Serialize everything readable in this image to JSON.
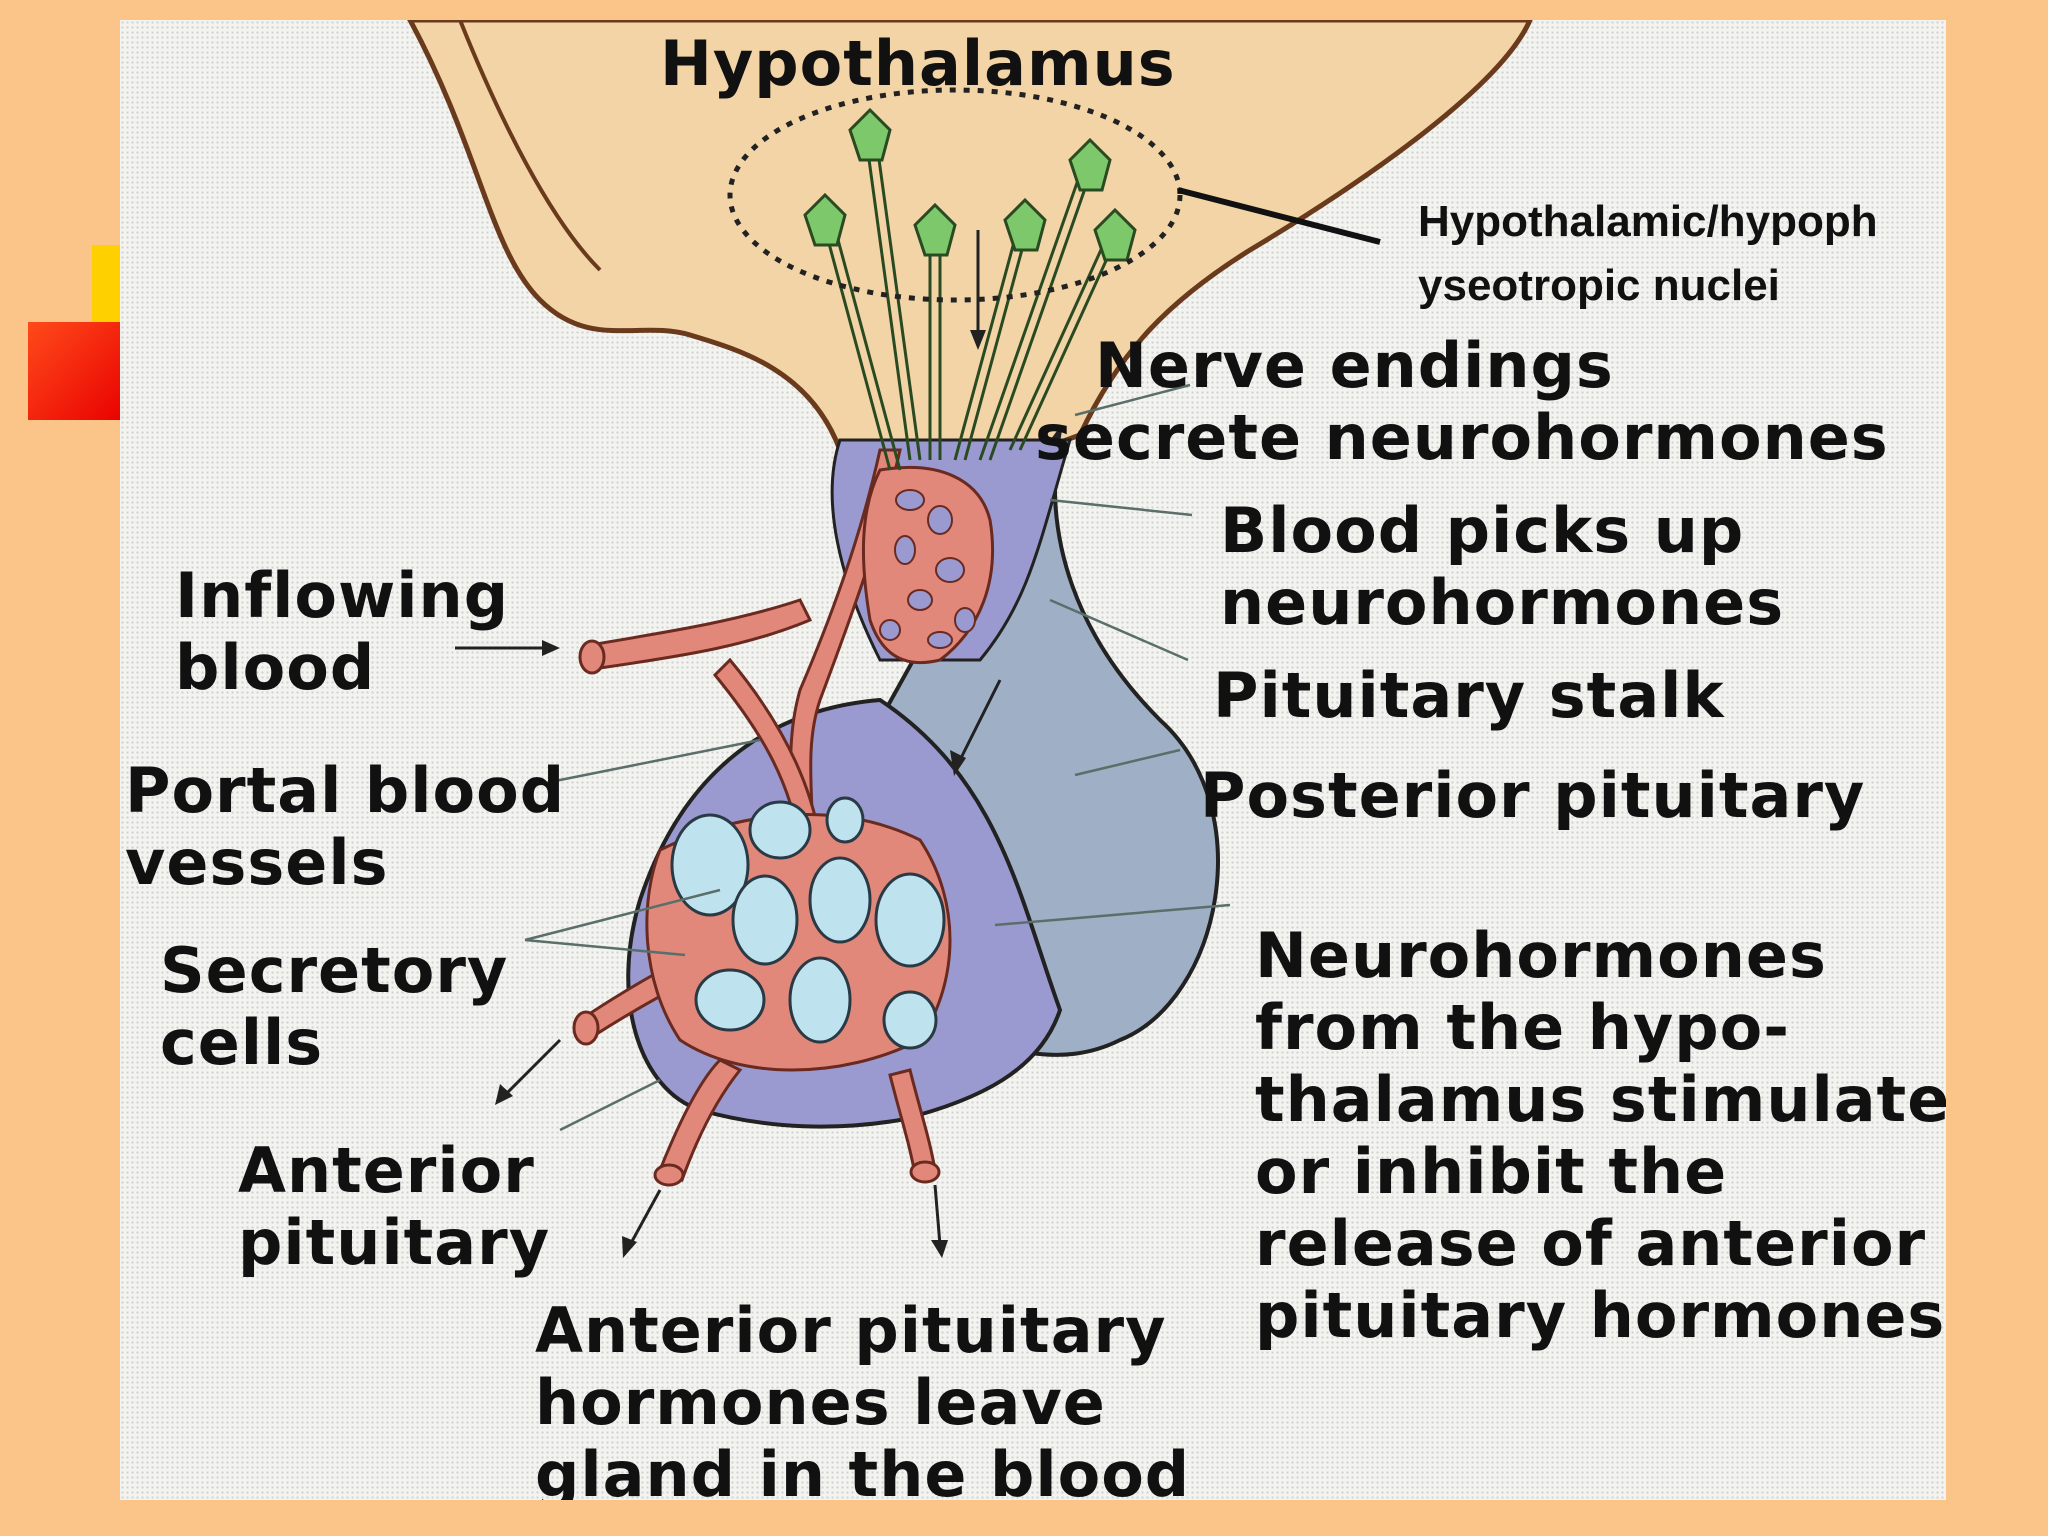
{
  "diagram": {
    "title": "Hypothalamus",
    "nuclei_label": [
      "Hypothalamic/hypoph",
      "yseotropic nuclei"
    ],
    "labels_left": {
      "inflowing_blood": [
        "Inflowing",
        "blood"
      ],
      "portal_blood_vessels": [
        "Portal blood",
        "vessels"
      ],
      "secretory_cells": [
        "Secretory",
        "cells"
      ],
      "anterior_pituitary": [
        "Anterior",
        "pituitary"
      ]
    },
    "labels_right": {
      "nerve_endings": [
        "Nerve endings",
        "secrete neurohormones"
      ],
      "blood_picks_up": [
        "Blood picks up",
        "neurohormones"
      ],
      "pituitary_stalk": [
        "Pituitary stalk"
      ],
      "posterior_pituitary": [
        "Posterior pituitary"
      ],
      "neurohormones_effect": [
        "Neurohormones",
        "from the hypo-",
        "thalamus stimulate",
        "or inhibit the",
        "release of anterior",
        "pituitary hormones"
      ]
    },
    "label_bottom": [
      "Anterior pituitary",
      "hormones leave",
      "gland in the blood"
    ],
    "colors": {
      "hypothalamus": "#f2d4a6",
      "neurons": "#7dc86a",
      "posterior_pituitary": "#9fb0c6",
      "anterior_pituitary": "#9a9ad0",
      "blood_vessels": "#e1887a",
      "secretory_cells": "#bfe2ef",
      "slide_background": "#fbc488"
    }
  }
}
